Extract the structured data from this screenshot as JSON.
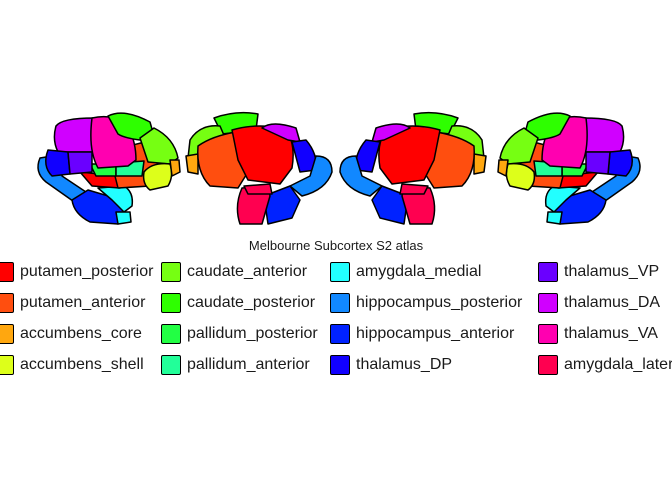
{
  "title": "Melbourne Subcortex S2 atlas",
  "legend": [
    {
      "label": "putamen_posterior",
      "color": "#FF0000"
    },
    {
      "label": "putamen_anterior",
      "color": "#FF4E0F"
    },
    {
      "label": "accumbens_core",
      "color": "#FFA70F"
    },
    {
      "label": "accumbens_shell",
      "color": "#DDFF1A"
    },
    {
      "label": "caudate_anterior",
      "color": "#76FF12"
    },
    {
      "label": "caudate_posterior",
      "color": "#2EFF00"
    },
    {
      "label": "pallidum_posterior",
      "color": "#22FF44"
    },
    {
      "label": "pallidum_anterior",
      "color": "#22FF99"
    },
    {
      "label": "amygdala_medial",
      "color": "#22FFFF"
    },
    {
      "label": "hippocampus_posterior",
      "color": "#1188FF"
    },
    {
      "label": "hippocampus_anterior",
      "color": "#0022FF"
    },
    {
      "label": "thalamus_DP",
      "color": "#1100FF"
    },
    {
      "label": "thalamus_VP",
      "color": "#6A00FF"
    },
    {
      "label": "thalamus_DA",
      "color": "#D000FF"
    },
    {
      "label": "thalamus_VA",
      "color": "#FF00B0"
    },
    {
      "label": "amygdala_lateral",
      "color": "#FF0050"
    }
  ]
}
